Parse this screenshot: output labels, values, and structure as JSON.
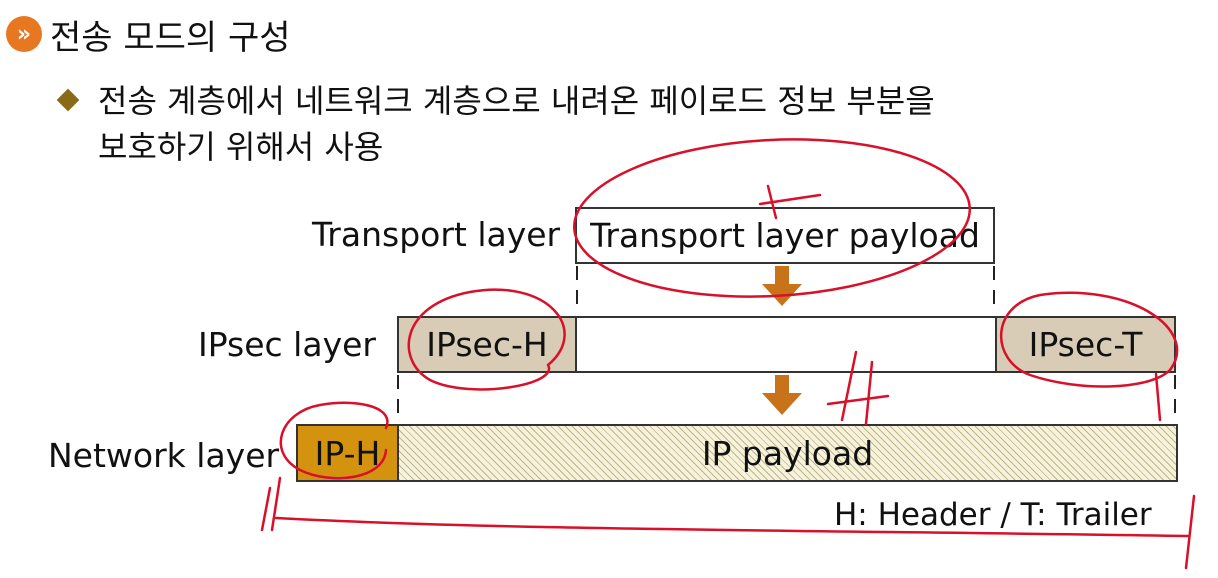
{
  "slide": {
    "title": "전송 모드의 구성",
    "title_icon": "double-chevron-right-icon",
    "bullet_line1": "전송 계층에서 네트워크 계층으로 내려온 페이로드 정보 부분을",
    "bullet_line2": "보호하기 위해서 사용"
  },
  "diagram": {
    "transport_label": "Transport layer",
    "transport_payload": "Transport layer payload",
    "ipsec_label": "IPsec layer",
    "ipsec_header": "IPsec-H",
    "ipsec_trailer": "IPsec-T",
    "network_label": "Network layer",
    "ip_header": "IP-H",
    "ip_payload": "IP payload",
    "legend": "H: Header / T: Trailer"
  },
  "colors": {
    "accent_orange": "#e87722",
    "bullet_brown": "#8a6a16",
    "ipsec_fill": "#d8ccb6",
    "iph_fill": "#d4930e",
    "arrow": "#c8731a",
    "annotation_red": "#d8102a"
  }
}
